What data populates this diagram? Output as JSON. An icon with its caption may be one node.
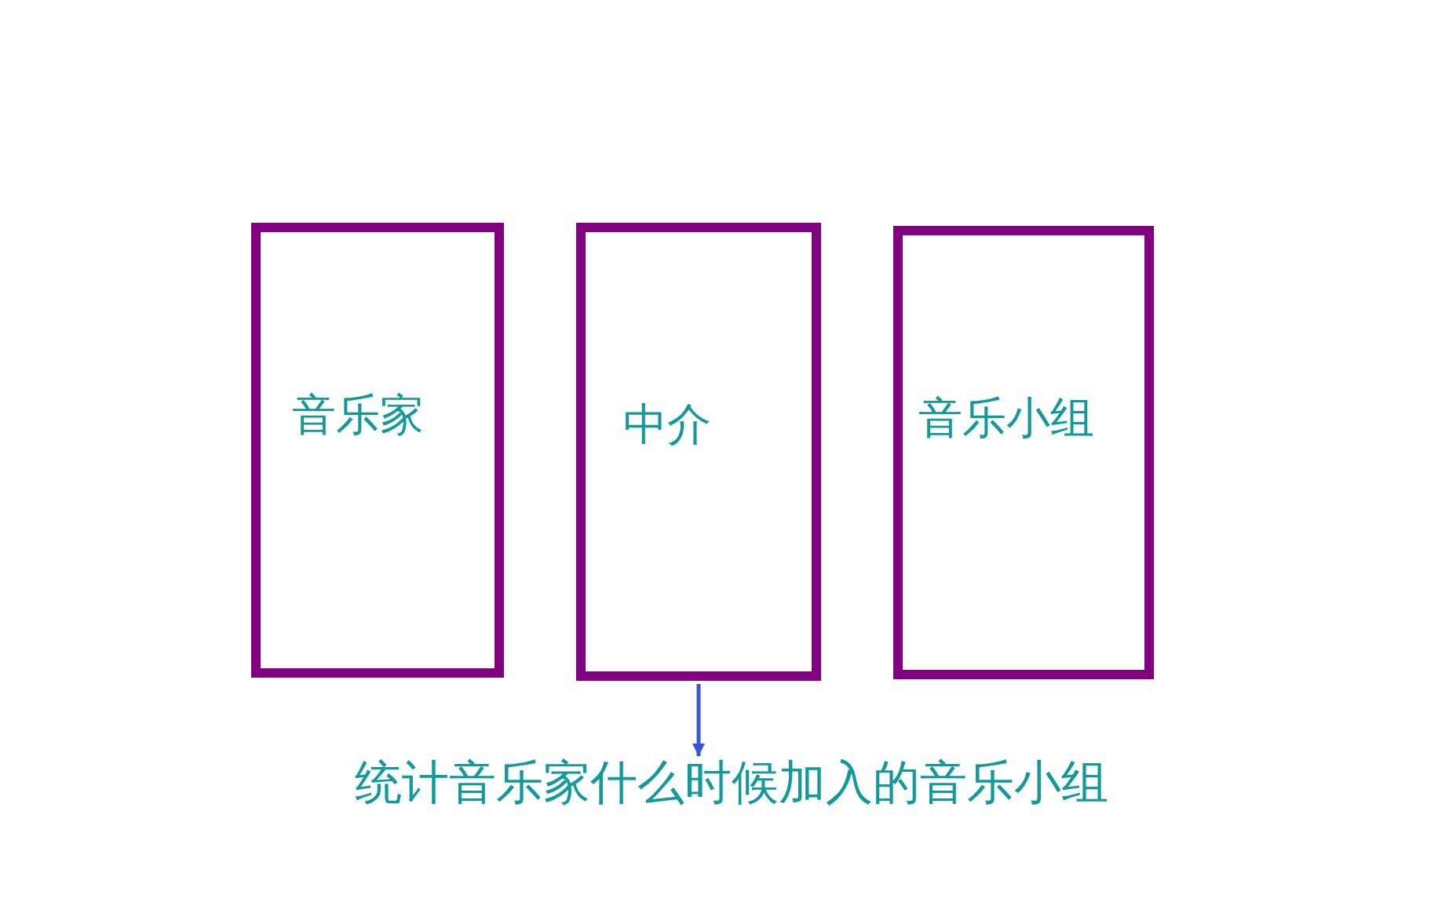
{
  "diagram": {
    "nodes": [
      {
        "text": [
          "音乐家"
        ]
      },
      {
        "text": [
          "中介"
        ]
      },
      {
        "text": [
          "音乐小组"
        ]
      },
      {
        "text": [
          "统计音乐家什么时候加入的音乐小组"
        ]
      }
    ],
    "edges": [
      {
        "from": 1,
        "to": 3,
        "arrow": "to",
        "color": "#3a56d8"
      }
    ]
  }
}
